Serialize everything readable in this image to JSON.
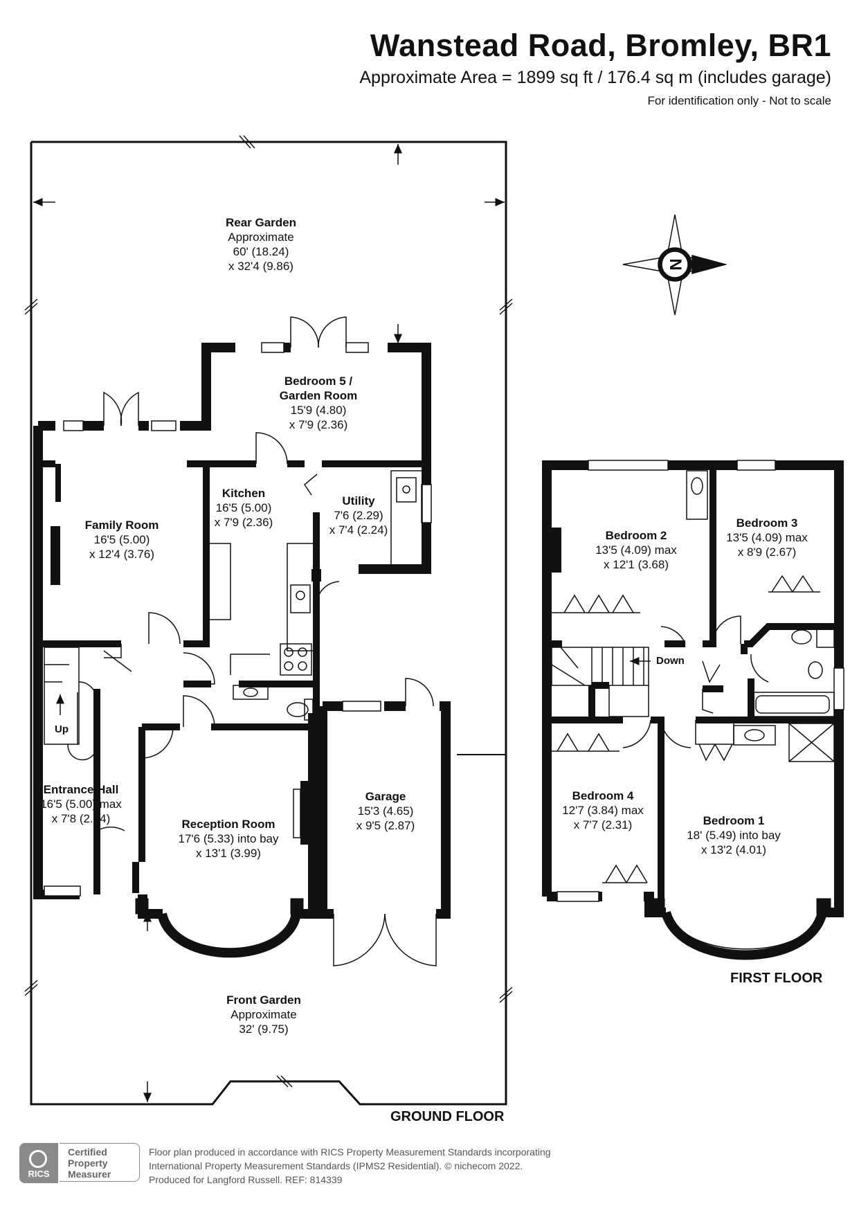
{
  "header": {
    "title": "Wanstead Road, Bromley, BR1",
    "area": "Approximate Area = 1899 sq ft / 176.4 sq m (includes garage)",
    "note": "For identification only - Not to scale"
  },
  "compass": {
    "icon": "compass-icon",
    "label": "N"
  },
  "ground_floor": {
    "label": "GROUND FLOOR",
    "rooms": [
      {
        "name": "Rear Garden",
        "lines": [
          "Approximate",
          "60' (18.24)",
          "x 32'4 (9.86)"
        ]
      },
      {
        "name": "Bedroom 5 /",
        "name2": "Garden Room",
        "lines": [
          "15'9 (4.80)",
          "x 7'9 (2.36)"
        ]
      },
      {
        "name": "Kitchen",
        "lines": [
          "16'5 (5.00)",
          "x 7'9 (2.36)"
        ]
      },
      {
        "name": "Utility",
        "lines": [
          "7'6 (2.29)",
          "x 7'4 (2.24)"
        ]
      },
      {
        "name": "Family Room",
        "lines": [
          "16'5 (5.00)",
          "x 12'4 (3.76)"
        ]
      },
      {
        "name": "Entrance Hall",
        "lines": [
          "16'5 (5.00) max",
          "x 7'8 (2.34)"
        ]
      },
      {
        "name": "Reception Room",
        "lines": [
          "17'6 (5.33) into bay",
          "x 13'1 (3.99)"
        ]
      },
      {
        "name": "Garage",
        "lines": [
          "15'3 (4.65)",
          "x 9'5 (2.87)"
        ]
      },
      {
        "name": "Front Garden",
        "lines": [
          "Approximate",
          "32' (9.75)"
        ]
      }
    ],
    "stairs_label": "Up"
  },
  "first_floor": {
    "label": "FIRST FLOOR",
    "rooms": [
      {
        "name": "Bedroom 2",
        "lines": [
          "13'5 (4.09) max",
          "x 12'1 (3.68)"
        ]
      },
      {
        "name": "Bedroom 3",
        "lines": [
          "13'5 (4.09) max",
          "x 8'9 (2.67)"
        ]
      },
      {
        "name": "Bedroom 4",
        "lines": [
          "12'7 (3.84) max",
          "x 7'7 (2.31)"
        ]
      },
      {
        "name": "Bedroom 1",
        "lines": [
          "18' (5.49) into bay",
          "x 13'2 (4.01)"
        ]
      }
    ],
    "stairs_label": "Down"
  },
  "footer": {
    "badge": {
      "logo": "RICS",
      "line1": "Certified",
      "line2": "Property",
      "line3": "Measurer"
    },
    "line1": "Floor plan produced in accordance with RICS Property Measurement Standards incorporating",
    "line2": "International Property Measurement Standards (IPMS2 Residential).   © nichecom 2022.",
    "line3": "Produced for Langford Russell.   REF: 814339"
  }
}
